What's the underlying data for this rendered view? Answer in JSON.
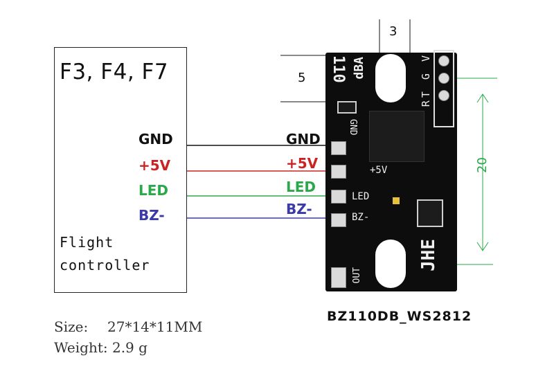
{
  "flight_controller": {
    "title": "F3, F4, F7",
    "labels": {
      "gnd": "GND",
      "v5": "+5V",
      "led": "LED",
      "bz": "BZ-"
    },
    "name_line1": "Flight",
    "name_line2": "controller"
  },
  "wires": {
    "gnd": {
      "label": "GND",
      "color": "#111111"
    },
    "v5": {
      "label": "+5V",
      "color": "#cc2222"
    },
    "led": {
      "label": "LED",
      "color": "#2aa84a"
    },
    "bz": {
      "label": "BZ-",
      "color": "#3a3aa8"
    }
  },
  "pcb": {
    "model_top": "110",
    "model_db": "dBA",
    "pin_labels": "RT G V",
    "silk_gnd": "GND",
    "silk_5v": "+5V",
    "silk_led": "LED",
    "silk_bz": "BZ-",
    "silk_out": "OUT",
    "brand": "JHE"
  },
  "dimensions": {
    "top": "3",
    "left": "5",
    "right": "20"
  },
  "caption": "BZ110DB_WS2812",
  "specs": {
    "size_label": "Size:",
    "size_value": "27*14*11MM",
    "weight": "Weight:  2.9 g"
  }
}
